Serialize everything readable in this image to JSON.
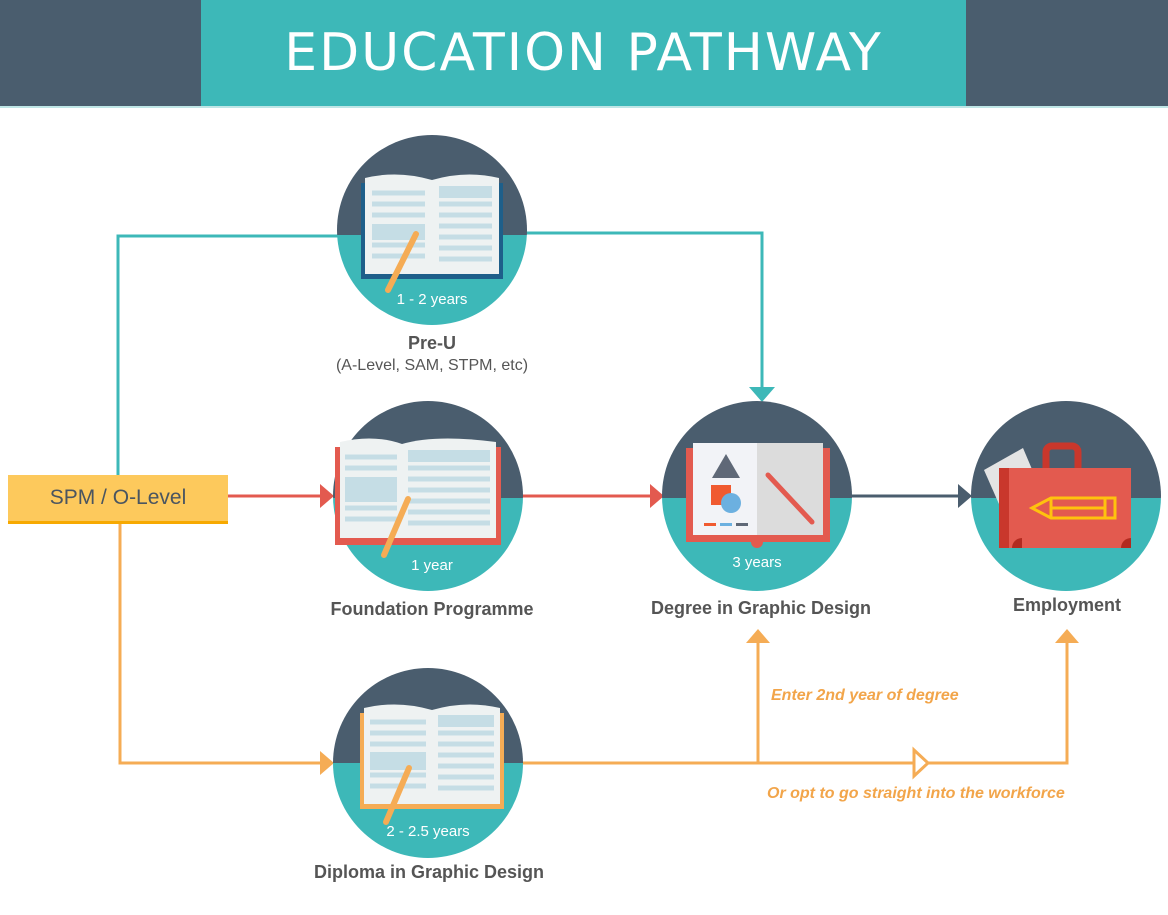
{
  "header": {
    "title": "EDUCATION PATHWAY"
  },
  "start": {
    "label": "SPM / O-Level"
  },
  "nodes": {
    "preu": {
      "title": "Pre-U",
      "subtitle": "(A-Level, SAM, STPM, etc)",
      "duration": "1 - 2 years"
    },
    "foundation": {
      "title": "Foundation Programme",
      "duration": "1 year"
    },
    "diploma": {
      "title": "Diploma in Graphic Design",
      "duration": "2 - 2.5 years"
    },
    "degree": {
      "title": "Degree in Graphic Design",
      "duration": "3 years"
    },
    "employment": {
      "title": "Employment"
    }
  },
  "notes": {
    "enter_second_year": "Enter 2nd year of degree",
    "workforce": "Or opt to go straight into the workforce"
  },
  "colors": {
    "dark": "#4a5d6e",
    "teal": "#3db8b8",
    "red": "#e35a4f",
    "orange": "#f5ac55",
    "yellow": "#fdc95c"
  }
}
